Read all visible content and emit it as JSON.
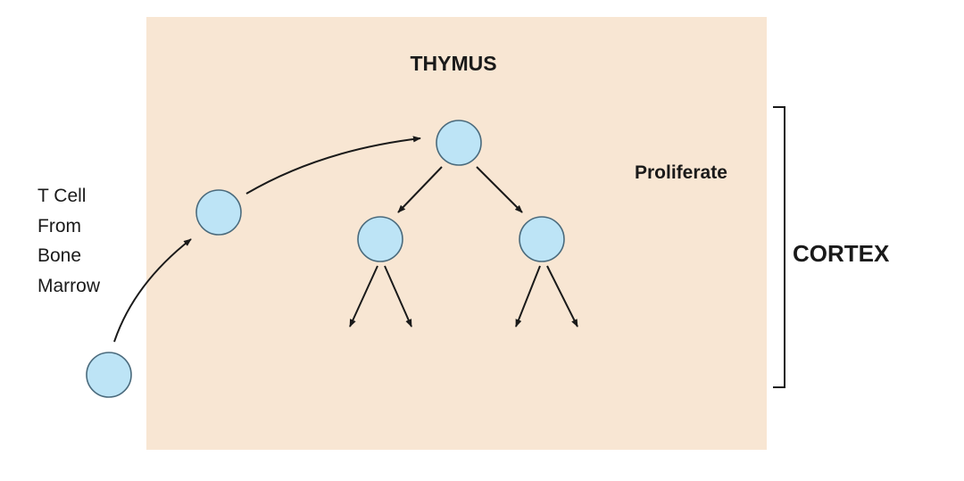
{
  "title": "THYMUS",
  "source_label": [
    "T Cell",
    "From",
    "Bone",
    "Marrow"
  ],
  "stage_label": "Proliferate",
  "region_label": "CORTEX",
  "colors": {
    "panel_fill": "#f8e6d3",
    "cell_fill": "#bde4f6",
    "cell_stroke": "#4a6a7c",
    "arrow": "#1a1a1a"
  }
}
